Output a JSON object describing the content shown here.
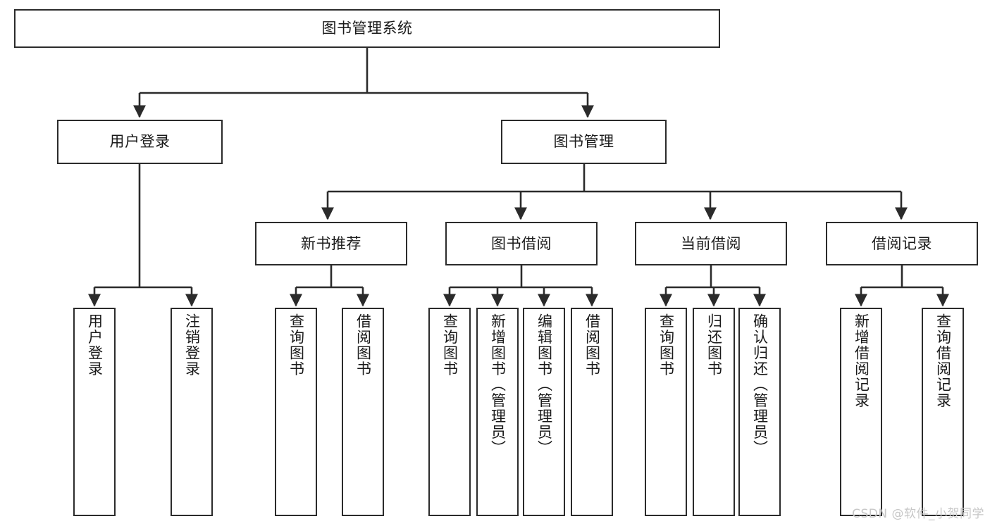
{
  "diagram": {
    "type": "tree",
    "title": "图书管理系统",
    "watermark": "CSDN @软件_小贺同学",
    "colors": {
      "box_border": "#2b2b2b",
      "box_fill": "#ffffff",
      "connector": "#2b2b2b",
      "text": "#1a1a1a",
      "watermark": "#c7c7c7"
    },
    "nodes": {
      "root": {
        "label": "图书管理系统",
        "level": 1
      },
      "l2_a": {
        "label": "用户登录",
        "level": 2
      },
      "l2_b": {
        "label": "图书管理",
        "level": 2
      },
      "l3_a": {
        "label": "新书推荐",
        "level": 3
      },
      "l3_b": {
        "label": "图书借阅",
        "level": 3
      },
      "l3_c": {
        "label": "当前借阅",
        "level": 3
      },
      "l3_d": {
        "label": "借阅记录",
        "level": 3
      },
      "leaf_1": {
        "label": "用户登录",
        "level": 4
      },
      "leaf_2": {
        "label": "注销登录",
        "level": 4
      },
      "leaf_3": {
        "label": "查询图书",
        "level": 4
      },
      "leaf_4": {
        "label": "借阅图书",
        "level": 4
      },
      "leaf_5": {
        "label": "查询图书",
        "level": 4
      },
      "leaf_6": {
        "label": "新增图书（管理员）",
        "level": 4
      },
      "leaf_7": {
        "label": "编辑图书（管理员）",
        "level": 4
      },
      "leaf_8": {
        "label": "借阅图书",
        "level": 4
      },
      "leaf_9": {
        "label": "查询图书",
        "level": 4
      },
      "leaf_10": {
        "label": "归还图书",
        "level": 4
      },
      "leaf_11": {
        "label": "确认归还（管理员）",
        "level": 4
      },
      "leaf_12": {
        "label": "新增借阅记录",
        "level": 4
      },
      "leaf_13": {
        "label": "查询借阅记录",
        "level": 4
      }
    },
    "edges": [
      {
        "from": "root",
        "to": "l2_a"
      },
      {
        "from": "root",
        "to": "l2_b"
      },
      {
        "from": "l2_b",
        "to": "l3_a"
      },
      {
        "from": "l2_b",
        "to": "l3_b"
      },
      {
        "from": "l2_b",
        "to": "l3_c"
      },
      {
        "from": "l2_b",
        "to": "l3_d"
      },
      {
        "from": "l2_a",
        "to": "leaf_1"
      },
      {
        "from": "l2_a",
        "to": "leaf_2"
      },
      {
        "from": "l3_a",
        "to": "leaf_3"
      },
      {
        "from": "l3_a",
        "to": "leaf_4"
      },
      {
        "from": "l3_b",
        "to": "leaf_5"
      },
      {
        "from": "l3_b",
        "to": "leaf_6"
      },
      {
        "from": "l3_b",
        "to": "leaf_7"
      },
      {
        "from": "l3_b",
        "to": "leaf_8"
      },
      {
        "from": "l3_c",
        "to": "leaf_9"
      },
      {
        "from": "l3_c",
        "to": "leaf_10"
      },
      {
        "from": "l3_c",
        "to": "leaf_11"
      },
      {
        "from": "l3_d",
        "to": "leaf_12"
      },
      {
        "from": "l3_d",
        "to": "leaf_13"
      }
    ]
  }
}
